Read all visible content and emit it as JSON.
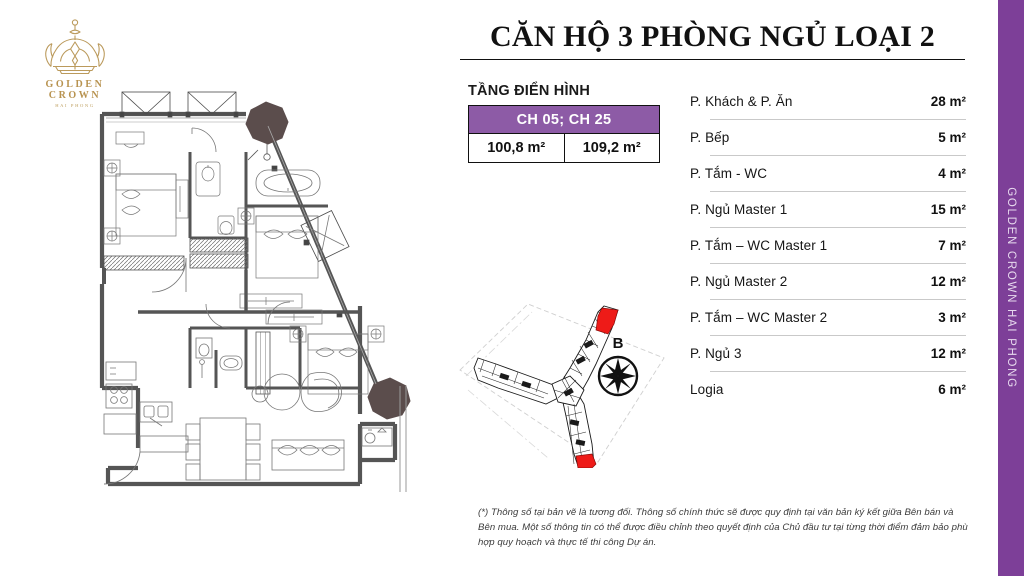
{
  "brand": {
    "logo_icon": "crown-icon",
    "wordmark_line1": "GOLDEN",
    "wordmark_line2": "CROWN",
    "wordmark_sub": "HAI PHONG",
    "logo_color": "#b89350"
  },
  "sidebar": {
    "vertical_text": "GOLDEN CROWN HAI PHONG",
    "background_color": "#7d3f98",
    "text_color": "#e7d9ee"
  },
  "header": {
    "title": "CĂN HỘ 3 PHÒNG NGỦ LOẠI 2"
  },
  "floor_info": {
    "floor_label": "TẦNG ĐIỂN HÌNH",
    "unit_header": "CH 05; CH 25",
    "header_color": "#8d5ba6",
    "areas": [
      "100,8 m²",
      "109,2 m²"
    ]
  },
  "room_schedule": {
    "rows": [
      {
        "name": "P. Khách & P. Ăn",
        "area": "28 m²"
      },
      {
        "name": "P. Bếp",
        "area": "5 m²"
      },
      {
        "name": "P. Tắm - WC",
        "area": "4 m²"
      },
      {
        "name": "P. Ngủ Master 1",
        "area": "15 m²"
      },
      {
        "name": "P. Tắm – WC Master 1",
        "area": "7 m²"
      },
      {
        "name": "P. Ngủ Master 2",
        "area": "12 m²"
      },
      {
        "name": "P. Tắm – WC Master 2",
        "area": "3 m²"
      },
      {
        "name": "P. Ngủ 3",
        "area": "12 m²"
      },
      {
        "name": "Logia",
        "area": "6 m²"
      }
    ]
  },
  "site_plan": {
    "compass_label": "B",
    "compass_icon": "compass-rose-icon",
    "highlight_color": "#ee1b18",
    "description": "Y-shaped tower key plan with highlighted unit locations"
  },
  "floor_plan": {
    "description": "Architectural floor plan of a 3-bedroom apartment",
    "accent_color": "#5b4d4c"
  },
  "footnote": {
    "text": "(*) Thông số tại bản vẽ là tương đối. Thông số chính thức sẽ được quy định tại văn bản ký kết giữa Bên bán và Bên mua. Một số thông tin có thể được điều chỉnh theo quyết định của Chủ đầu tư tại từng thời điểm đảm bảo phù hợp quy hoạch và thực tế thi công Dự án."
  }
}
